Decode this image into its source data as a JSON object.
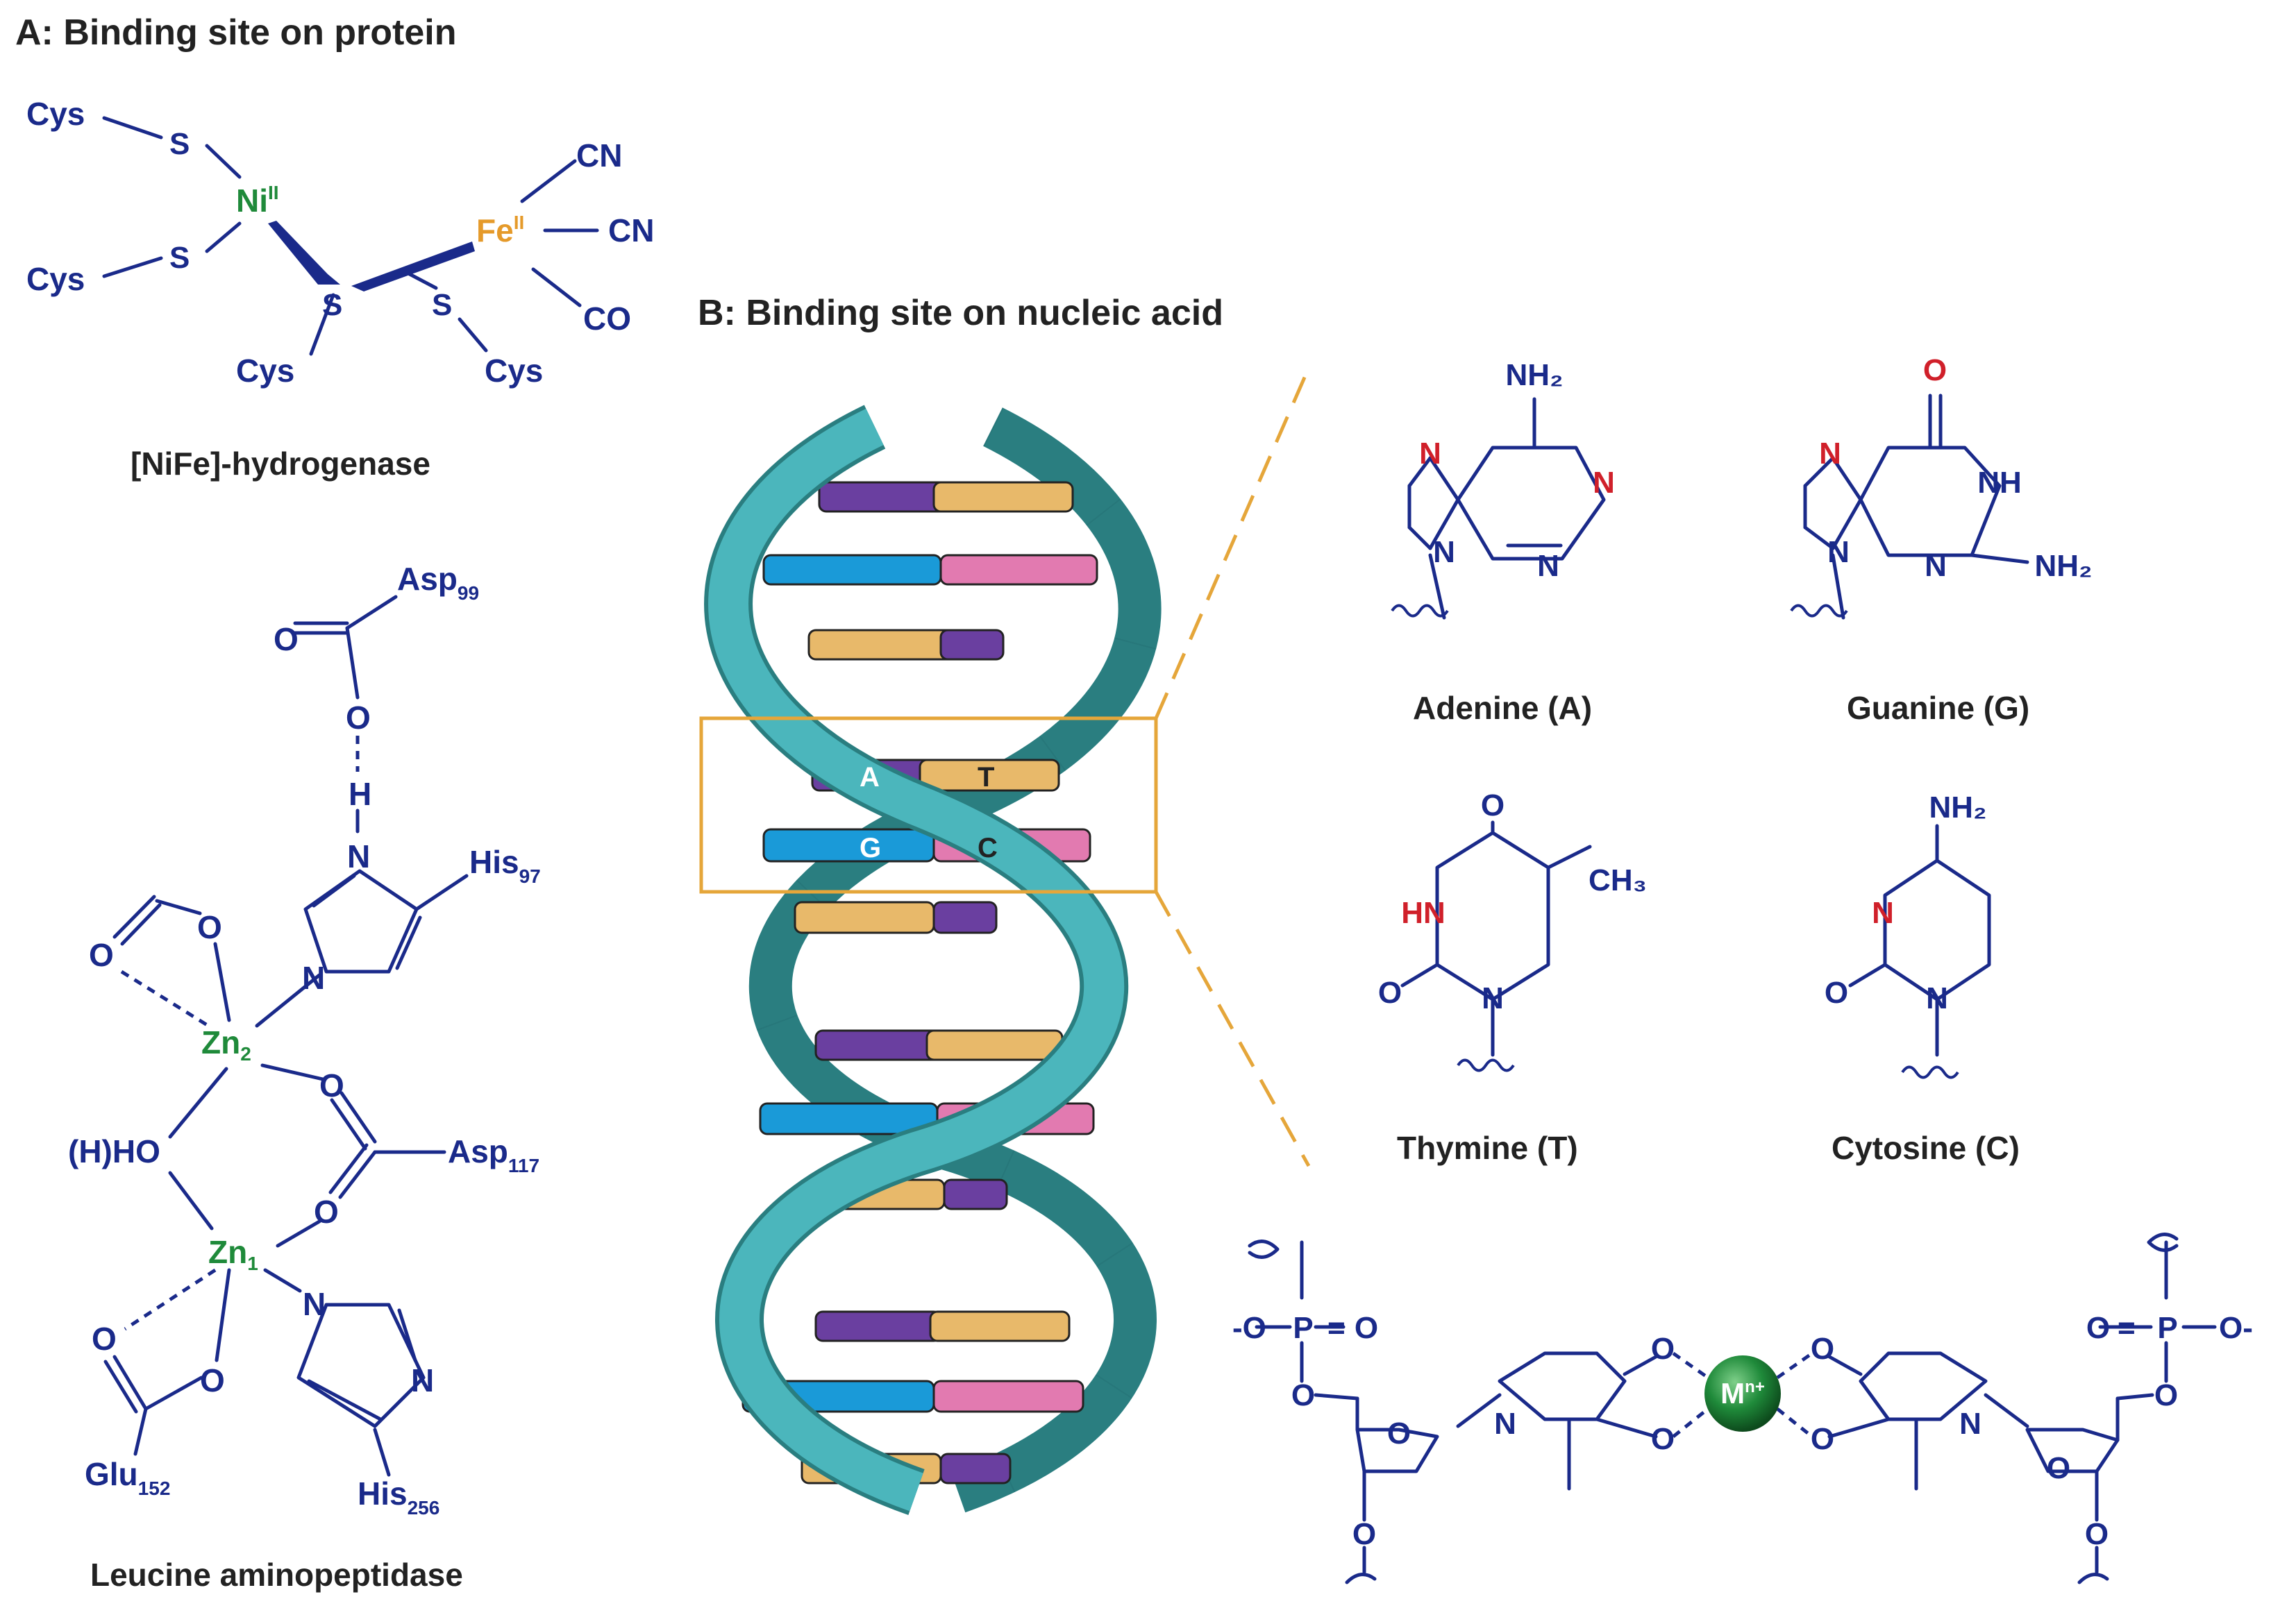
{
  "panel_a": {
    "title": "A: Binding site on protein",
    "hydrogenase": {
      "caption": "[NiFe]-hydrogenase",
      "cys": "Cys",
      "s": "S",
      "ni": "Ni",
      "ni_ox": "II",
      "fe": "Fe",
      "fe_ox": "II",
      "cn": "CN",
      "co": "CO"
    },
    "aminopeptidase": {
      "caption": "Leucine aminopeptidase",
      "asp": "Asp",
      "asp99": "99",
      "asp117": "117",
      "his": "His",
      "his97": "97",
      "his256": "256",
      "glu": "Glu",
      "glu152": "152",
      "zn": "Zn",
      "zn2": "2",
      "zn1": "1",
      "o": "O",
      "h": "H",
      "n": "N",
      "hydroxo": "(H)HO"
    }
  },
  "panel_b": {
    "title": "B: Binding site on nucleic acid",
    "dna_labels": {
      "a": "A",
      "t": "T",
      "g": "G",
      "c": "C"
    },
    "bases": {
      "adenine": "Adenine (A)",
      "guanine": "Guanine (G)",
      "thymine": "Thymine (T)",
      "cytosine": "Cytosine (C)"
    },
    "atoms": {
      "n": "N",
      "o": "O",
      "nh": "NH",
      "hn": "HN",
      "nh2": "NH₂",
      "ch3": "CH₃",
      "p": "P",
      "o_minus": "-O",
      "o_minus_r": "O-",
      "eq": "="
    },
    "metal": {
      "m": "M",
      "charge": "n+"
    }
  },
  "colors": {
    "structure": "#1a2a8a",
    "metal_green": "#1f8a3a",
    "iron_orange": "#e59a2a",
    "heteroatom_red": "#d0202a",
    "helix_teal": "#4bb6bc",
    "helix_dark": "#2a7e80",
    "base_purple": "#6a3fa0",
    "base_yellow": "#e8b96a",
    "base_blue": "#1a9ad8",
    "base_pink": "#e27ab0",
    "box_orange": "#e5a63a"
  }
}
